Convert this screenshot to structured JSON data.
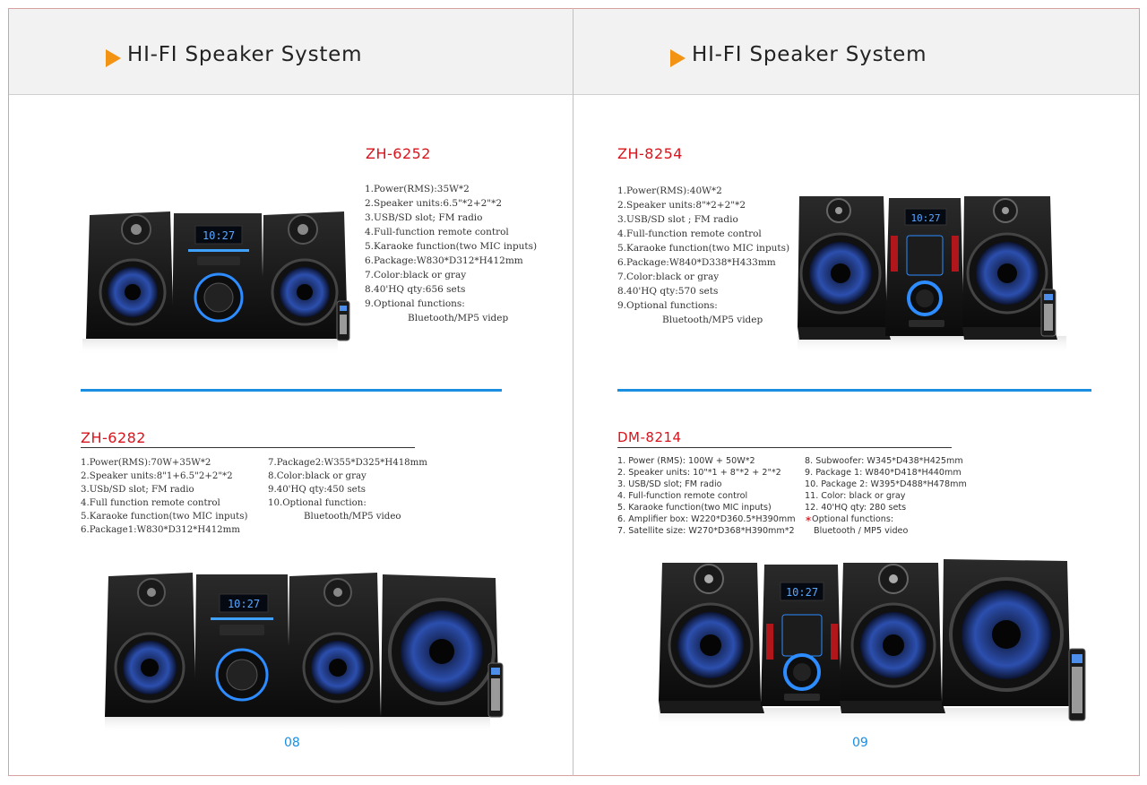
{
  "header_title": "HI-FI Speaker System",
  "page_numbers": {
    "left": "08",
    "right": "09"
  },
  "colors": {
    "accent_orange": "#f39314",
    "model_red": "#d8141c",
    "rule_blue": "#1a8ee0",
    "speaker_blue": "#1f3f8f"
  },
  "display_text": "10:27",
  "products": {
    "zh6252": {
      "model": "ZH-6252",
      "specs": [
        "1.Power(RMS):35W*2",
        "2.Speaker units:6.5\"*2+2\"*2",
        "3.USB/SD slot; FM radio",
        "4.Full-function remote control",
        "5.Karaoke function(two MIC inputs)",
        "6.Package:W830*D312*H412mm",
        "7.Color:black or gray",
        "8.40'HQ qty:656 sets",
        "9.Optional functions:",
        "Bluetooth/MP5 videp"
      ]
    },
    "zh8254": {
      "model": "ZH-8254",
      "specs": [
        "1.Power(RMS):40W*2",
        "2.Speaker units:8\"*2+2\"*2",
        "3.USB/SD slot ; FM radio",
        "4.Full-function remote control",
        "5.Karaoke function(two MIC inputs)",
        "6.Package:W840*D338*H433mm",
        "7.Color:black or gray",
        "8.40'HQ qty:570 sets",
        "9.Optional functions:",
        "Bluetooth/MP5 videp"
      ]
    },
    "zh6282": {
      "model": "ZH-6282",
      "specs_col1": [
        "1.Power(RMS):70W+35W*2",
        "2.Speaker units:8\"1+6.5\"2+2\"*2",
        "3.USb/SD slot; FM radio",
        "4.Full function remote control",
        "5.Karaoke function(two MIC inputs)",
        "6.Package1:W830*D312*H412mm"
      ],
      "specs_col2": [
        "7.Package2:W355*D325*H418mm",
        "8.Color:black or gray",
        "9.40'HQ qty:450 sets",
        "10.Optional function:",
        "Bluetooth/MP5 video"
      ]
    },
    "dm8214": {
      "model": "DM-8214",
      "specs_col1": [
        "1. Power (RMS): 100W + 50W*2",
        "2. Speaker units: 10\"*1 + 8\"*2 + 2\"*2",
        "3. USB/SD slot;  FM radio",
        "4. Full-function remote control",
        "5. Karaoke function(two MIC inputs)",
        "6. Amplifier box: W220*D360.5*H390mm",
        "7. Satellite size: W270*D368*H390mm*2"
      ],
      "specs_col2": [
        "8. Subwoofer: W345*D438*H425mm",
        "9. Package 1: W840*D418*H440mm",
        "10. Package 2: W395*D488*H478mm",
        "11. Color: black or gray",
        "12. 40'HQ qty: 280 sets"
      ],
      "optional_marker": "∗",
      "optional_label": "Optional functions:",
      "optional_value": "Bluetooth / MP5 video"
    }
  }
}
